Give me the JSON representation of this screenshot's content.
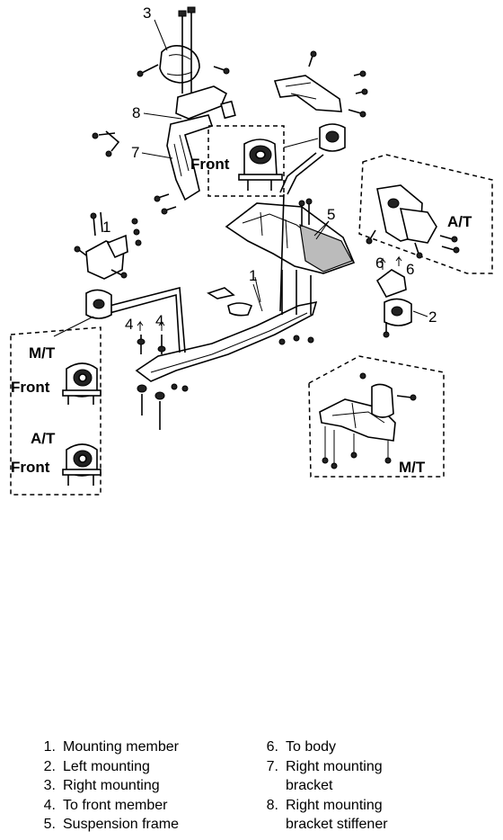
{
  "labels": {
    "n1": "1",
    "n2": "2",
    "n3": "3",
    "n4": "4",
    "n5": "5",
    "n6": "6",
    "n7": "7",
    "n8": "8",
    "front": "Front",
    "mt": "M/T",
    "at": "A/T"
  },
  "legend": [
    {
      "num": "1.",
      "text": "Mounting member"
    },
    {
      "num": "2.",
      "text": "Left mounting"
    },
    {
      "num": "3.",
      "text": "Right mounting"
    },
    {
      "num": "4.",
      "text": "To front member"
    },
    {
      "num": "5.",
      "text": "Suspension frame"
    },
    {
      "num": "6.",
      "text": "To body"
    },
    {
      "num": "7.",
      "text": "Right mounting bracket"
    },
    {
      "num": "8.",
      "text": "Right mounting bracket stiffener"
    }
  ]
}
